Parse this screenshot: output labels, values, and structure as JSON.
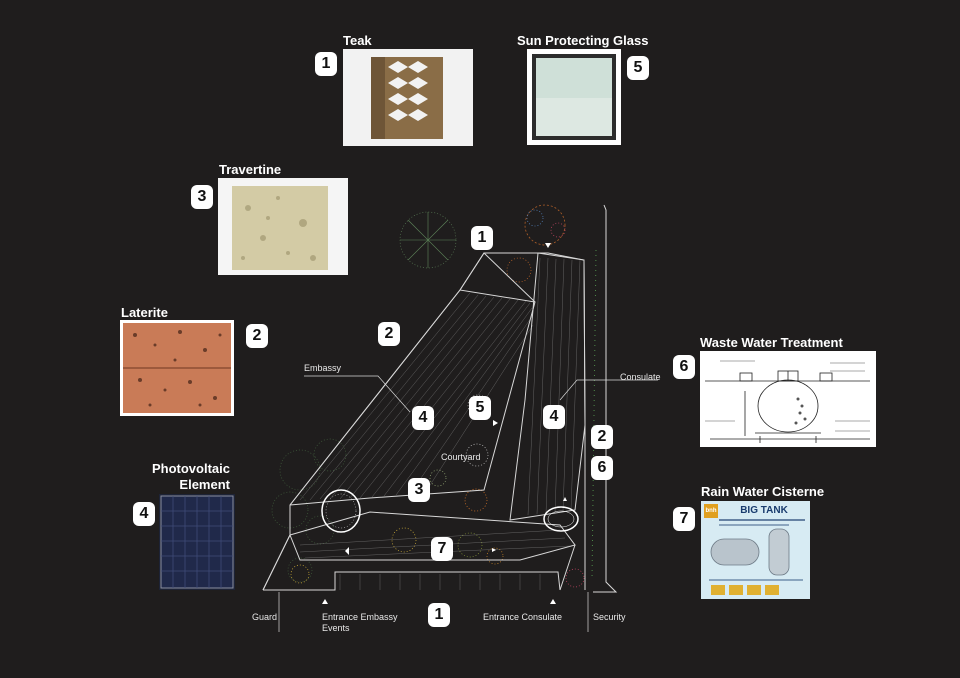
{
  "materials": {
    "teak": {
      "title": "Teak",
      "number": "1"
    },
    "glass": {
      "title": "Sun Protecting Glass",
      "number": "5"
    },
    "travertine": {
      "title": "Travertine",
      "number": "3"
    },
    "laterite": {
      "title": "Laterite",
      "number": "2"
    },
    "photovoltaic": {
      "title_line1": "Photovoltaic",
      "title_line2": "Element",
      "number": "4"
    },
    "waste_water": {
      "title": "Waste Water Treatment",
      "number": "6"
    },
    "rain_water": {
      "title": "Rain Water Cisterne",
      "number": "7",
      "tank_brand": "BIG TANK",
      "tank_logo": "bnh"
    }
  },
  "plan": {
    "labels": {
      "embassy": "Embassy",
      "consulate": "Consulate",
      "courtyard": "Courtyard",
      "guard": "Guard",
      "entrance_embassy_line1": "Entrance Embassy",
      "entrance_embassy_line2": "Events",
      "entrance_consulate": "Entrance Consulate",
      "security": "Security"
    },
    "markers": {
      "top": "1",
      "left_wall": "2",
      "embassy_wing": "4",
      "center": "5",
      "consulate_wing": "4",
      "right_wall": "2",
      "right_water": "6",
      "courtyard": "3",
      "cistern": "7",
      "entrance": "1"
    }
  },
  "colors": {
    "background": "#1f1d1d",
    "linework": "#d8d8d8",
    "badge": "#ffffff"
  }
}
